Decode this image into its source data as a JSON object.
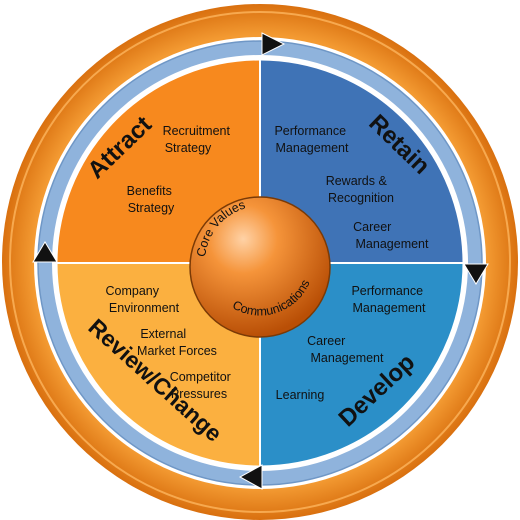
{
  "colors": {
    "outer_ring": "#ef8a1e",
    "inner_ring": "#8fb3dc",
    "attract": "#f7891e",
    "retain": "#3f73b6",
    "develop": "#2b8fc8",
    "review": "#fbb040",
    "center_sphere": "#f07d1a",
    "arrow": "#111111"
  },
  "quadrants": {
    "attract": {
      "heading": "Attract",
      "items": [
        {
          "lines": [
            "Recruitment",
            "Strategy"
          ]
        },
        {
          "lines": [
            "Benefits",
            "Strategy"
          ]
        }
      ]
    },
    "retain": {
      "heading": "Retain",
      "items": [
        {
          "lines": [
            "Performance",
            "Management"
          ]
        },
        {
          "lines": [
            "Rewards &",
            "Recognition"
          ]
        },
        {
          "lines": [
            "Career",
            "Management"
          ]
        }
      ]
    },
    "develop": {
      "heading": "Develop",
      "items": [
        {
          "lines": [
            "Performance",
            "Management"
          ]
        },
        {
          "lines": [
            "Career",
            "Management"
          ]
        },
        {
          "lines": [
            "Learning"
          ]
        }
      ]
    },
    "review": {
      "heading": "Review/Change",
      "items": [
        {
          "lines": [
            "Company",
            "Environment"
          ]
        },
        {
          "lines": [
            "External",
            "Market Forces"
          ]
        },
        {
          "lines": [
            "Competitor",
            "Pressures"
          ]
        }
      ]
    }
  },
  "center": {
    "top_text": "Core Values",
    "bottom_text": "Communications"
  },
  "cycle_arrows": [
    {
      "id": "top",
      "direction": "right"
    },
    {
      "id": "right",
      "direction": "down"
    },
    {
      "id": "bottom",
      "direction": "left"
    },
    {
      "id": "left",
      "direction": "up"
    }
  ]
}
